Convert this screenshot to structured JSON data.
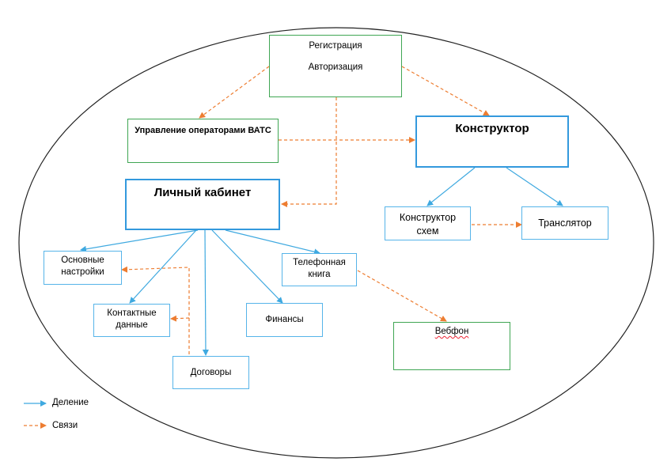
{
  "nodes": {
    "registration": {
      "line1": "Регистрация",
      "line2": "Авторизация"
    },
    "vats_management": {
      "label": "Управление операторами ВАТС"
    },
    "constructor": {
      "label": "Конструктор"
    },
    "personal_cabinet": {
      "label": "Личный кабинет"
    },
    "scheme_constructor": {
      "line1": "Конструктор",
      "line2": "схем"
    },
    "translator": {
      "label": "Транслятор"
    },
    "basic_settings": {
      "line1": "Основные",
      "line2": "настройки"
    },
    "phone_book": {
      "line1": "Телефонная",
      "line2": "книга"
    },
    "contact_data": {
      "line1": "Контактные",
      "line2": "данные"
    },
    "finances": {
      "label": "Финансы"
    },
    "webphone": {
      "label": "Вебфон"
    },
    "contracts": {
      "label": "Договоры"
    }
  },
  "legend": {
    "division": "Деление",
    "links": "Связи"
  },
  "colors": {
    "division_line": "#3fa9e0",
    "link_line": "#ed7d31",
    "green_border": "#3fa653",
    "blue_border": "#56b4e9"
  }
}
